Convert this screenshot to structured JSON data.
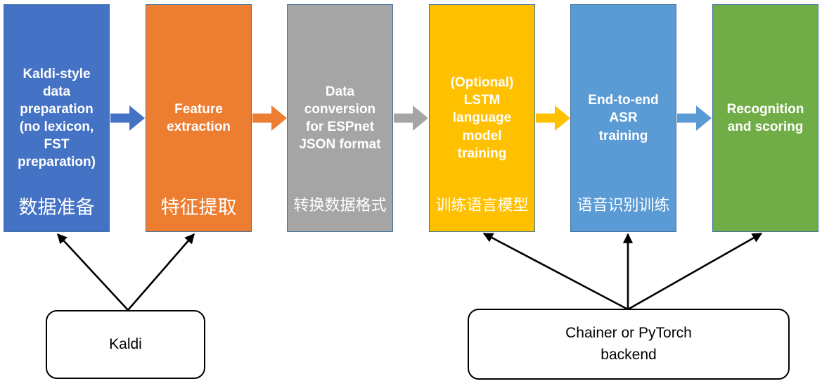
{
  "diagram": {
    "description_colors": {
      "box_outline": "#41719C",
      "connector": "#000000",
      "backend_fill": "#ffffff",
      "backend_outline": "#000000",
      "text_on_boxes": "#ffffff"
    },
    "boxes": [
      {
        "title_en": "Kaldi-style\ndata\npreparation\n(no lexicon,\nFST\npreparation)",
        "label_zh": "数据准备",
        "color": "#4472C4"
      },
      {
        "title_en": "Feature\nextraction",
        "label_zh": "特征提取",
        "color": "#ED7D31"
      },
      {
        "title_en": "Data\nconversion\nfor ESPnet\nJSON format",
        "label_zh": "转换数据格式",
        "color": "#A5A5A5"
      },
      {
        "title_en": "(Optional)\nLSTM\nlanguage\nmodel\ntraining",
        "label_zh": "训练语言模型",
        "color": "#FFC000"
      },
      {
        "title_en": "End-to-end\nASR\ntraining",
        "label_zh": "语音识别训练",
        "color": "#5B9BD5"
      },
      {
        "title_en": "Recognition\nand scoring",
        "label_zh": "",
        "color": "#70AD47"
      }
    ],
    "flow_arrows": [
      {
        "color": "#4472C4"
      },
      {
        "color": "#ED7D31"
      },
      {
        "color": "#A5A5A5"
      },
      {
        "color": "#FFC000"
      },
      {
        "color": "#5B9BD5"
      }
    ],
    "backends": [
      {
        "label": "Kaldi"
      },
      {
        "label": "Chainer or PyTorch\nbackend"
      }
    ]
  }
}
